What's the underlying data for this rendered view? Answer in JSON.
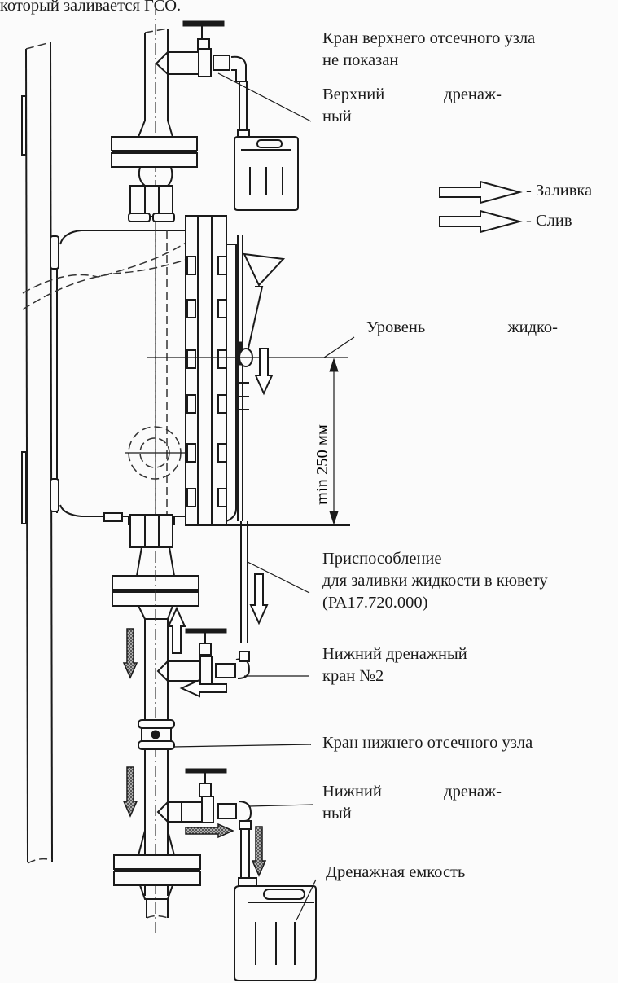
{
  "intro_text": "который заливается ГСО.",
  "legend": {
    "fill_label": "- Заливка",
    "drain_label": "- Слив",
    "fill_color": "#ffffff",
    "drain_color": "#8a8a8a"
  },
  "callouts": {
    "upper_shutoff_valve": {
      "line1": "Кран верхнего отсечного узла",
      "line2": "не показан"
    },
    "upper_drain": {
      "line1_a": "Верхний",
      "line1_b": "дренаж-",
      "line2": "ный"
    },
    "liquid_level": {
      "line1_a": "Уровень",
      "line1_b": "жидко-"
    },
    "fill_device": {
      "line1": "Приспособление",
      "line2": "для заливки жидкости в кювету",
      "line3": "(РА17.720.000)"
    },
    "lower_drain_valve_2": {
      "line1": "Нижний дренажный",
      "line2": "кран №2"
    },
    "lower_shutoff_valve": {
      "line1": "Кран нижнего отсечного узла"
    },
    "lower_drain": {
      "line1_a": "Нижний",
      "line1_b": "дренаж-",
      "line2": "ный"
    },
    "drain_container": {
      "line1": "Дренажная емкость"
    }
  },
  "dimension": {
    "label": "min 250 мм"
  }
}
